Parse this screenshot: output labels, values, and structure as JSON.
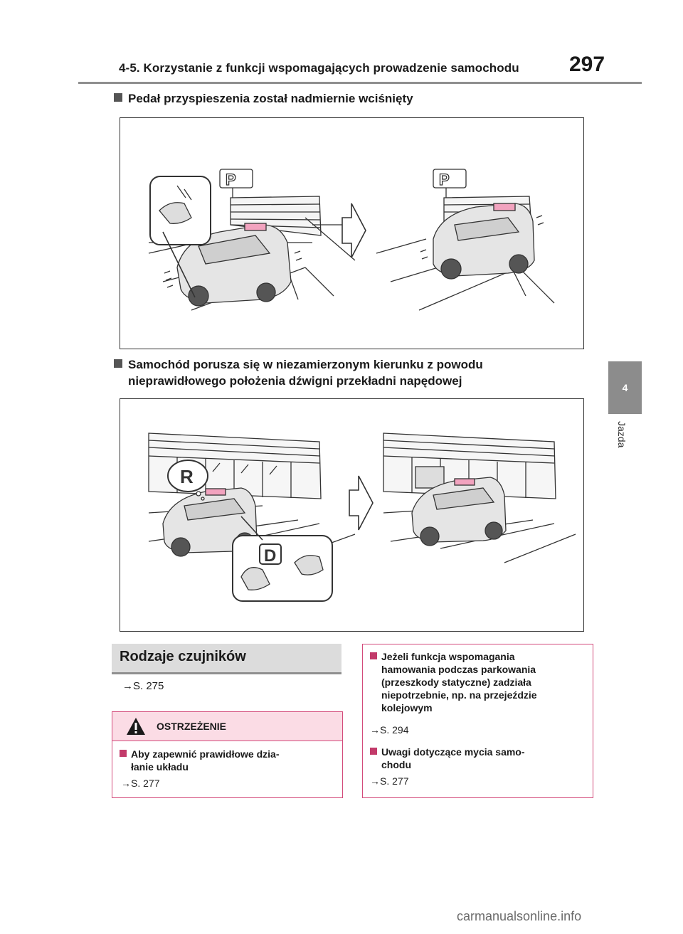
{
  "header": {
    "title": "4-5. Korzystanie z funkcji wspomagających prowadzenie samochodu",
    "page_number": "297"
  },
  "side_tab": {
    "number": "4",
    "label": "Jazda"
  },
  "section1": {
    "heading": "Pedał przyspieszenia został nadmiernie wciśnięty"
  },
  "section2": {
    "heading_line1": "Samochód porusza się w niezamierzonym kierunku z powodu",
    "heading_line2": "nieprawidłowego położenia dźwigni przekładni napędowej",
    "gear_before": "R",
    "gear_after": "D"
  },
  "rodzaje": {
    "title": "Rodzaje czujników",
    "ref": "S. 275"
  },
  "warning": {
    "label": "OSTRZEŻENIE",
    "item_line1": "Aby zapewnić prawidłowe dzia-",
    "item_line2": "łanie układu",
    "ref": "S. 277"
  },
  "right_box": {
    "item1_lines": [
      "Jeżeli funkcja wspomagania",
      "hamowania podczas parkowania",
      "(przeszkody statyczne) zadziała",
      "niepotrzebnie, np. na przejeździe",
      "kolejowym"
    ],
    "item1_ref": "S. 294",
    "item2_line1": "Uwagi dotyczące mycia samo-",
    "item2_line2": "chodu",
    "item2_ref": "S. 277"
  },
  "watermark": "carmanualsonline.info",
  "colors": {
    "accent_pink": "#d34b7b",
    "pink_fill": "#fbdce5",
    "grey_tab": "#8c8c8c",
    "arrow_pink": "#f2a3bf"
  }
}
